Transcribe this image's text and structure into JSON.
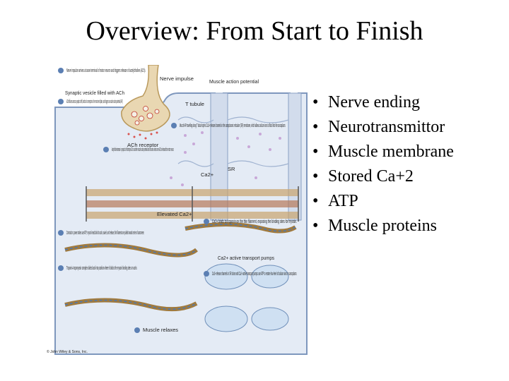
{
  "slide": {
    "title": "Overview: From Start to Finish"
  },
  "bullets": [
    "Nerve ending",
    "Neurotransmittor",
    "Muscle membrane",
    "Stored Ca+2",
    "ATP",
    "Muscle proteins"
  ],
  "figure": {
    "labels": {
      "step1": "Nerve impulse arrives at axon terminal of motor neuron and triggers release of acetylcholine (ACh).",
      "nerve_impulse": "Nerve impulse",
      "muscle_ap": "Muscle action potential",
      "synaptic_vesicle": "Synaptic vesicle filled with ACh",
      "ach_receptor": "ACh receptor",
      "t_tubule": "T tubule",
      "step2": "ACh diffuses across synaptic cleft, binds to its receptors in the motor end plate, and triggers a muscle action potential (AP).",
      "step4": "Muscle AP travelling along T tubule opens Ca2+ release channels in the sarcoplasmic reticulum (SR) membrane, which allows calcium ions to flood into the sarcoplasm.",
      "step3": "Acetylcholinesterase in synaptic cleft destroys ACh so another muscle action potential does not arise unless more ACh is released from motor neuron.",
      "sr": "SR",
      "ca": "Ca2+",
      "elevated_ca": "Elevated Ca2+",
      "step5": "Ca2+ binds to troponin on the thin filament, exposing the binding sites for myosin.",
      "step6": "Contraction: power strokes use ATP; myosin heads bind to actin, swivel, and release; thin filaments are pulled toward center of sarcomere.",
      "ca_pumps": "Ca2+ active transport pumps",
      "step7": "Troponin–tropomyosin complex slides back into position where it blocks the myosin binding sites on actin.",
      "step8": "Ca2+ release channels in SR close and Ca2+ active transport pumps use ATP to restore low level of calcium ions in sarcoplasm.",
      "step9": "Muscle relaxes",
      "credit": "© John Wiley & Sons, Inc."
    }
  }
}
